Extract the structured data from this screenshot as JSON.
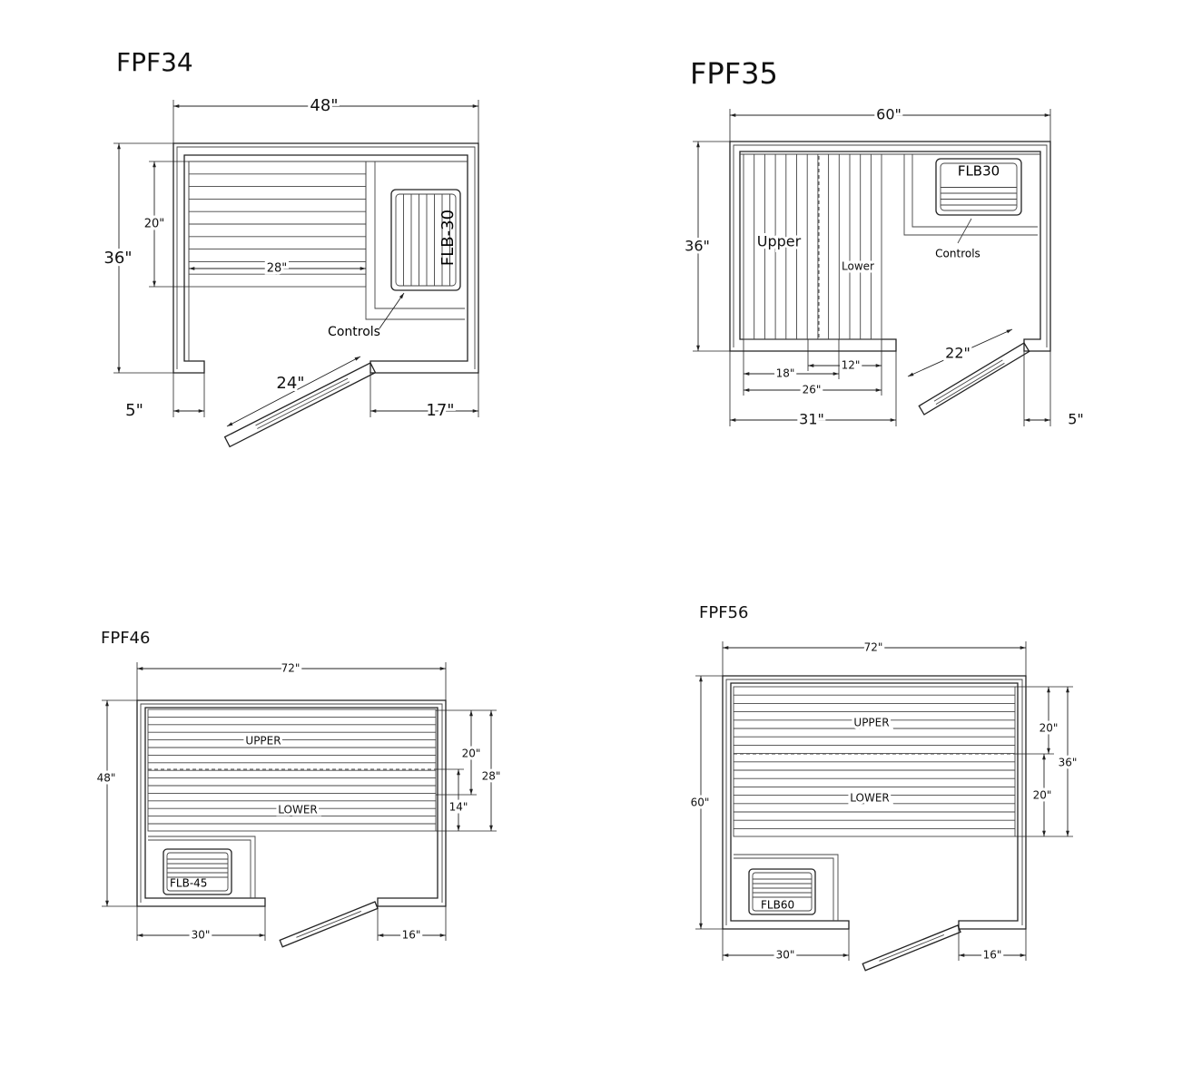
{
  "plans": {
    "fpf34": {
      "title": "FPF34",
      "heater": "FLB-30",
      "controls": "Controls",
      "dims": {
        "width": "48\"",
        "depth": "36\"",
        "bench_depth": "20\"",
        "bench_length": "28\"",
        "wall_left": "5\"",
        "wall_right": "17\"",
        "door": "24\""
      }
    },
    "fpf35": {
      "title": "FPF35",
      "heater": "FLB30",
      "controls": "Controls",
      "upper": "Upper",
      "lower": "Lower",
      "dims": {
        "width": "60\"",
        "depth": "36\"",
        "upper": "18\"",
        "lower": "12\"",
        "bench": "26\"",
        "wall_left": "31\"",
        "wall_right": "5\"",
        "door": "22\""
      }
    },
    "fpf46": {
      "title": "FPF46",
      "heater": "FLB-45",
      "upper": "UPPER",
      "lower": "LOWER",
      "dims": {
        "width": "72\"",
        "depth": "48\"",
        "upper": "20\"",
        "bench": "28\"",
        "lower": "14\"",
        "wall_left": "30\"",
        "wall_right": "16\""
      }
    },
    "fpf56": {
      "title": "FPF56",
      "heater": "FLB60",
      "upper": "UPPER",
      "lower": "LOWER",
      "dims": {
        "width": "72\"",
        "depth": "60\"",
        "upper": "20\"",
        "bench": "36\"",
        "lower": "20\"",
        "wall_left": "30\"",
        "wall_right": "16\""
      }
    }
  }
}
